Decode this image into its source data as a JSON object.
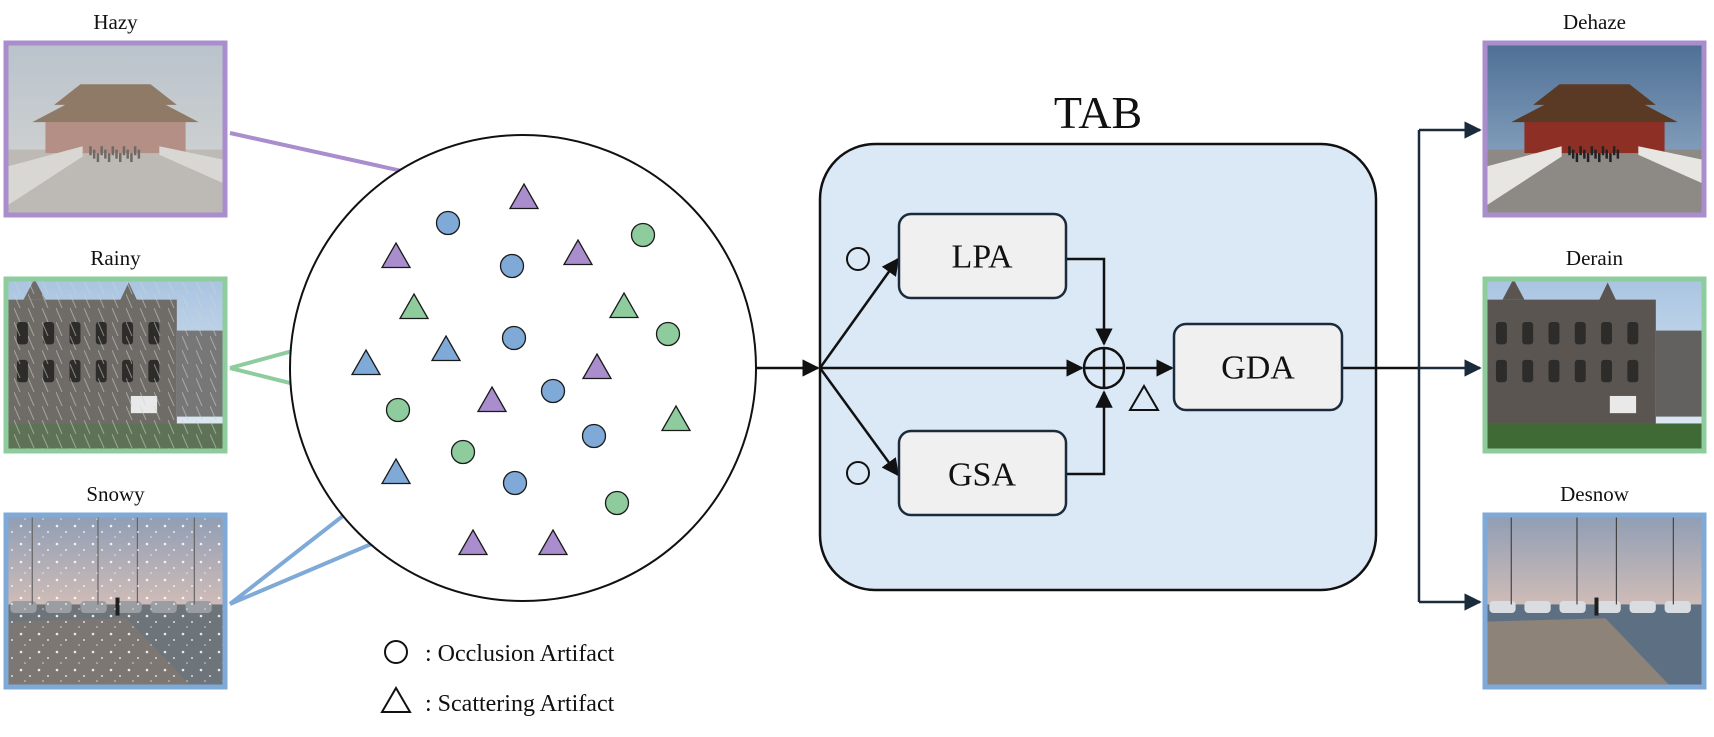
{
  "inputs": [
    {
      "label": "Hazy",
      "scene": "palace",
      "color": "#a98dcd"
    },
    {
      "label": "Rainy",
      "scene": "building",
      "color": "#8ecc9e"
    },
    {
      "label": "Snowy",
      "scene": "pier",
      "color": "#7fa9d7"
    }
  ],
  "outputs": [
    {
      "label": "Dehaze",
      "scene": "palace",
      "color": "#a98dcd"
    },
    {
      "label": "Derain",
      "scene": "building",
      "color": "#8ecc9e"
    },
    {
      "label": "Desnow",
      "scene": "pier",
      "color": "#7fa9d7"
    }
  ],
  "tab": {
    "title": "TAB",
    "modules": [
      "LPA",
      "GSA",
      "GDA"
    ],
    "fill_color": "#dbe8f6"
  },
  "legend": {
    "occlusion": ": Occlusion Artifact",
    "scattering": ": Scattering Artifact"
  },
  "colors": {
    "purple": "#a98dcd",
    "green": "#8ecc9e",
    "blue": "#7fa9d7",
    "module_fill": "#f0f0f0",
    "module_border": "#1a2b3c"
  }
}
